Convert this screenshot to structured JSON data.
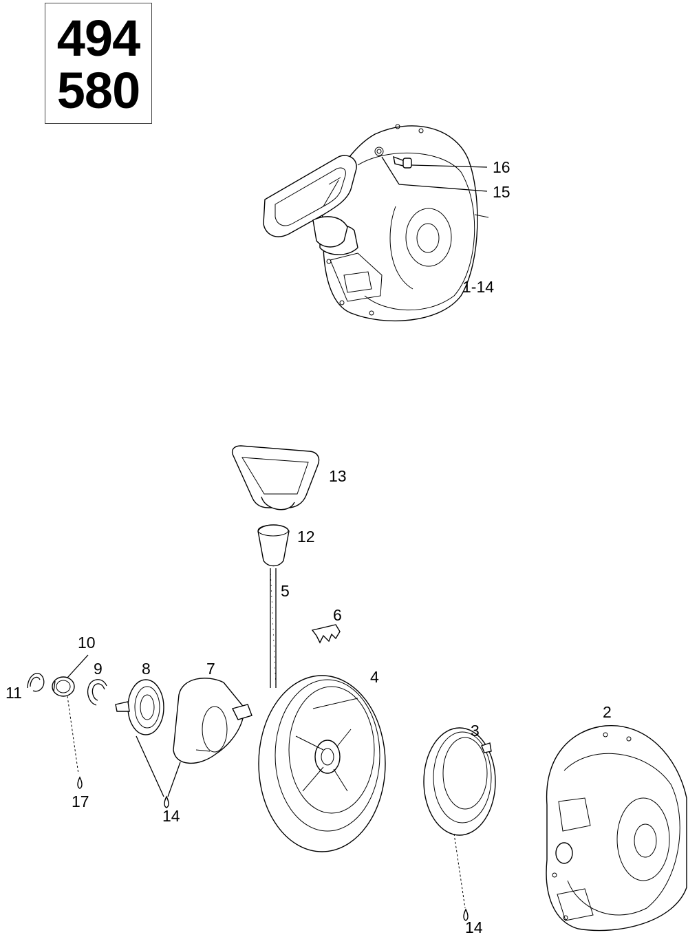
{
  "model_numbers": [
    "494",
    "580"
  ],
  "callouts": {
    "c16": "16",
    "c15": "15",
    "c1_14": "1-14",
    "c13": "13",
    "c12": "12",
    "c5": "5",
    "c6": "6",
    "c10": "10",
    "c9": "9",
    "c8": "8",
    "c7": "7",
    "c4": "4",
    "c11": "11",
    "c2": "2",
    "c3": "3",
    "c17": "17",
    "c14a": "14",
    "c14b": "14"
  }
}
